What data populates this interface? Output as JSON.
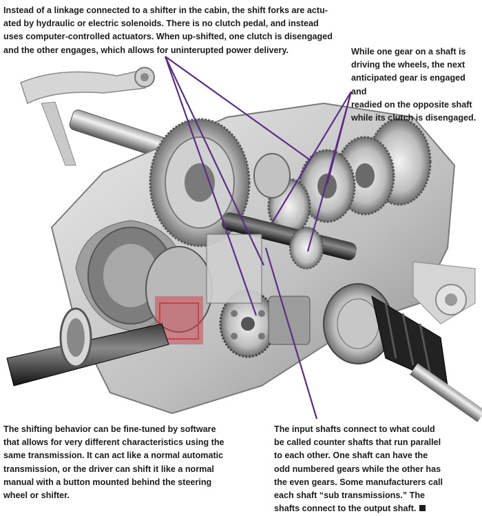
{
  "captions": {
    "shift_forks": "Instead of a linkage connected to a shifter in the cabin, the shift forks are actu-\nated by hydraulic or electric solenoids. There is no clutch pedal, and instead\nuses computer-controlled actuators. When up-shifted, one clutch is disengaged\nand the other engages, which allows for uninterupted power delivery.",
    "gear_engaged": "While one gear on a shaft is\ndriving the wheels, the next\nanticipated gear is engaged and\nreadied on the opposite shaft\nwhile its clutch is disengaged.",
    "shifting_behavior": "The shifting behavior can be fine-tuned by software\nthat allows for very different characteristics using the\nsame transmission. It can act like a normal automatic\ntransmission, or the driver can shift it like a normal\nmanual with a button mounted behind the steering\nwheel or shifter.",
    "input_shafts": "The input shafts connect to what could\nbe called counter shafts that run parallel\nto each other. One shaft can have the\nodd numbered gears while the other has\nthe even gears. Some manufacturers call\neach shaft “sub transmissions.” The\nshafts connect to the output shaft."
  },
  "colors": {
    "callout_line": "#5b2b86",
    "metal_light": "#d9d9d9",
    "metal_dark": "#4a4a4a",
    "clutch_highlight": "#c8404a"
  }
}
